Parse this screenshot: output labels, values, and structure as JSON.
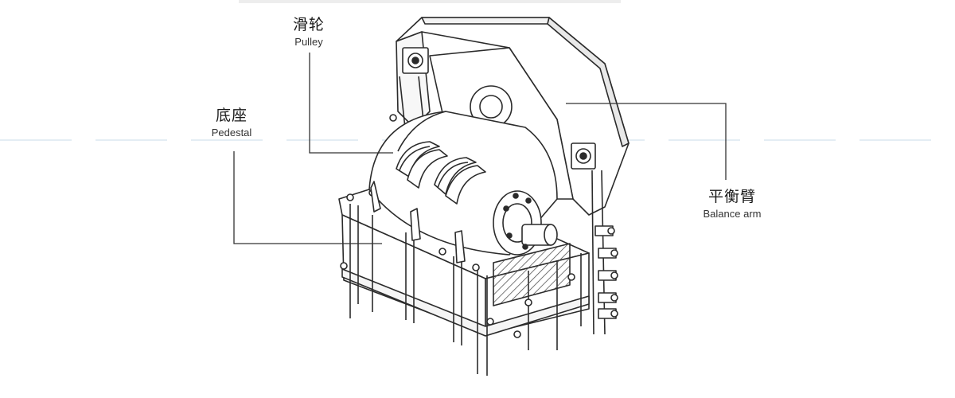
{
  "labels": {
    "pulley": {
      "zh": "滑轮",
      "en": "Pulley"
    },
    "pedestal": {
      "zh": "底座",
      "en": "Pedestal"
    },
    "balance_arm": {
      "zh": "平衡臂",
      "en": "Balance arm"
    }
  },
  "colors": {
    "line": "#2b2b2b",
    "leader": "#333333",
    "guide": "#c9dbe8",
    "hatch": "#555555"
  }
}
